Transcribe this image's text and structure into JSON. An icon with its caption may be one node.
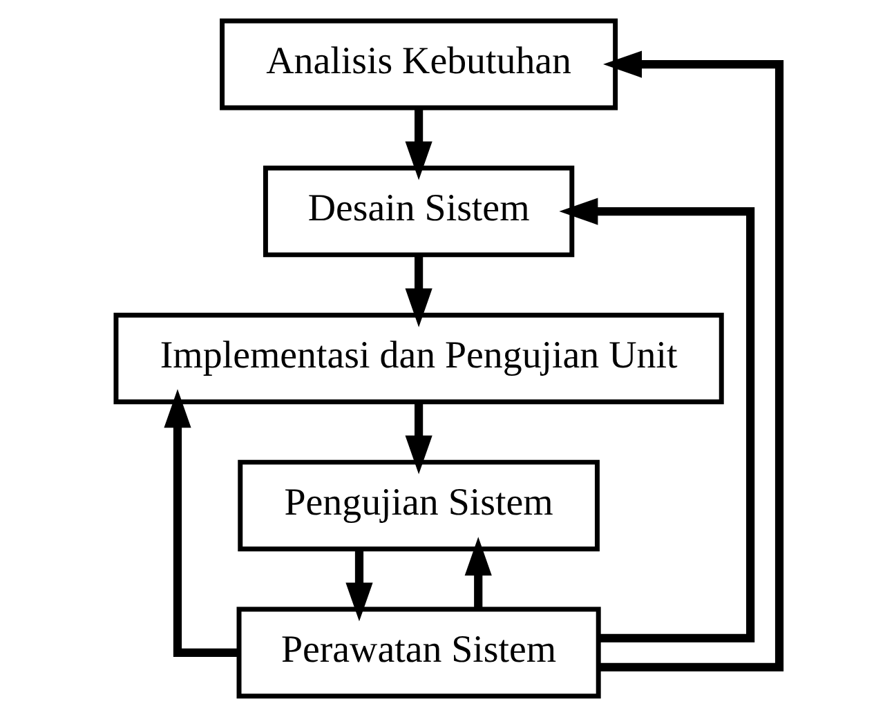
{
  "diagram": {
    "nodes": [
      {
        "text": [
          "Analisis Kebutuhan"
        ]
      },
      {
        "text": [
          "Desain Sistem"
        ]
      },
      {
        "text": [
          "Implementasi dan Pengujian Unit"
        ]
      },
      {
        "text": [
          "Pengujian Sistem"
        ]
      },
      {
        "text": [
          "Perawatan Sistem"
        ]
      }
    ],
    "edges": [
      {
        "from": 0,
        "to": 1,
        "arrow": "to"
      },
      {
        "from": 1,
        "to": 2,
        "arrow": "to"
      },
      {
        "from": 2,
        "to": 3,
        "arrow": "to"
      },
      {
        "from": 3,
        "to": 4,
        "arrow": "to"
      },
      {
        "from": 4,
        "to": 3,
        "arrow": "to"
      },
      {
        "from": 4,
        "to": 2,
        "arrow": "to"
      },
      {
        "from": 4,
        "to": 1,
        "arrow": "to"
      },
      {
        "from": 4,
        "to": 0,
        "arrow": "to"
      }
    ]
  }
}
